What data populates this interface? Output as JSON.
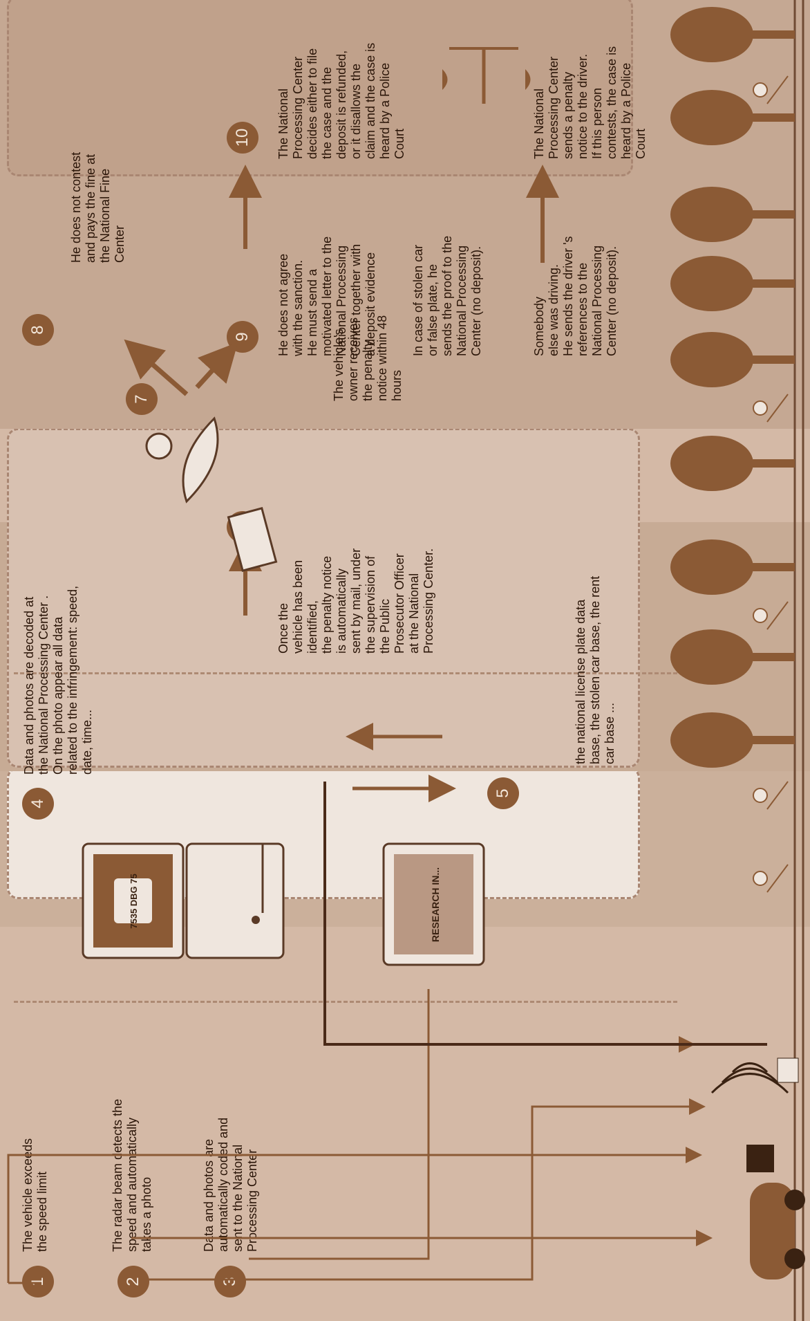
{
  "colors": {
    "background": "#d4b9a6",
    "panel_light": "#efe6de",
    "panel_mid": "#cdb09b",
    "panel_dark": "#c4a892",
    "accent": "#8b5a35",
    "text": "#2a1508"
  },
  "icons": [
    "car-icon",
    "radar-camera-icon",
    "computer-icon",
    "monitor-icon",
    "person-icon",
    "letter-icon",
    "scales-icon",
    "tree-icon",
    "pedestrian-icon"
  ],
  "steps": [
    {
      "number": "1",
      "text": "The vehicle exceeds\nthe speed limit"
    },
    {
      "number": "2",
      "text": "The radar beam detects the\nspeed and automatically\ntakes a photo"
    },
    {
      "number": "3",
      "text": "Data and photos are\nautomatically coded and\nsent to the National\nProcessing   Center"
    },
    {
      "number": "4",
      "text": "Data and photos are decoded at\nthe National Processing    Center .\nOn the photo appear all data\nrelated to the infringement: speed,\ndate, time..."
    },
    {
      "number": "5",
      "text": "the national license plate data\nbase, the stolen car base, the rent\ncar base ..."
    },
    {
      "number": "6",
      "text": "Once the\nvehicle has been\nidentified,\nthe penalty notice\nis automatically\nsent by mail, under\nthe supervision of\nthe Public\nProsecutor Officer\nat the National\nProcessing  Center."
    },
    {
      "number": "7",
      "text": "The vehicle's\nowner receives\nthe penalty\nnotice within 48\nhours"
    },
    {
      "number": "8",
      "text": "He does not contest\nand pays the fine at\nthe National Fine\nCenter"
    },
    {
      "number": "9",
      "text": "He does not agree\nwith the sanction.\nHe must send a\nmotivated letter to the\nNational Processing\nCenter  together with\na deposit evidence",
      "text_b": "In case of stolen car\nor false plate, he\nsends the proof to the\nNational Processing\nCenter (no deposit).",
      "text_c": "Somebody\nelse was driving.\nHe sends the driver  's\nreferences to the\nNational Processing\nCenter (no deposit)."
    },
    {
      "number": "10",
      "text": "The National\nProcessing  Center\ndecides either  to file\nthe case and the\ndeposit is refunded,\nor it disallows the\nclaim and the case is\nheard by a Police\nCourt",
      "text_b": "The National\nProcessing  Center\nsends a penalty\nnotice to the driver.\nIf this person\ncontests, the case is\nheard by a Police\nCourt"
    }
  ],
  "screen": {
    "plate": "7535 DBG 75",
    "search": "RESEARCH IN..."
  }
}
